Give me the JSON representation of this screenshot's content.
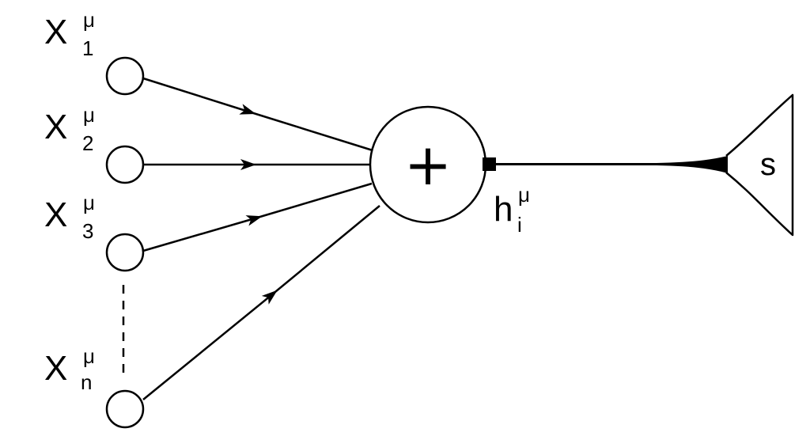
{
  "inputs": [
    {
      "base": "X",
      "sup": "μ",
      "sub": "1"
    },
    {
      "base": "X",
      "sup": "μ",
      "sub": "2"
    },
    {
      "base": "X",
      "sup": "μ",
      "sub": "3"
    },
    {
      "base": "X",
      "sup": "μ",
      "sub": "n"
    }
  ],
  "summation": {
    "symbol": "+"
  },
  "activation": {
    "base": "h",
    "sup": "μ",
    "sub": "i"
  },
  "output": {
    "label": "s"
  }
}
